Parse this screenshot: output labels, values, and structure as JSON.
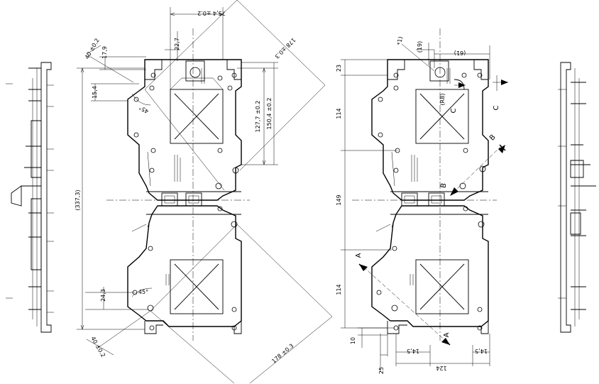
{
  "front_view": {
    "dimensions": {
      "d_75_4": "75,4 ±0.2",
      "d_22_7": "22,7",
      "d_17_9": "17,9",
      "d_40_top": "40 ±0.2",
      "d_178_top": "178 ±0.3",
      "d_15_4": "15,4",
      "d_45_top": "45°",
      "d_127_7": "127,7 ±0.2",
      "d_150_4": "150,4 ±0.2",
      "d_337_3": "(337,3)",
      "d_24_3": "24,3",
      "d_45_bottom": "45°",
      "d_40_bottom": "40 ±0.2",
      "d_178_bottom": "178 ±0.3"
    }
  },
  "right_view": {
    "dimensions": {
      "note_1": "*1)",
      "d_19": "(19)",
      "d_61": "(61)",
      "d_23": "23",
      "d_r8": "(R8)",
      "d_114_top": "114",
      "d_149": "149",
      "d_114_bottom": "114",
      "d_10": "10",
      "d_25": "25",
      "d_14_5_left": "14,5",
      "d_14_5_right": "14,5",
      "d_124": "124"
    },
    "section_labels": {
      "a_left": "A",
      "a_bottom": "A",
      "b_right": "B",
      "b_left": "B",
      "c_small": "C",
      "c_large": "C"
    }
  }
}
